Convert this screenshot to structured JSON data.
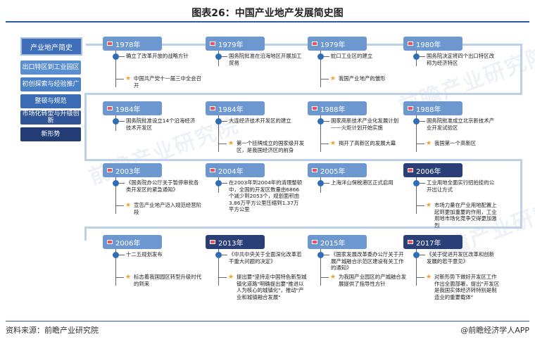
{
  "title": "图表26：中国产业地产发展简史图",
  "footer_source": "资料来源：前瞻产业研究院",
  "footer_brand": "@前瞻经济学人APP",
  "watermark": "前瞻产业研究院",
  "legend": {
    "title": "产业地产简史",
    "items": [
      {
        "label": "出口特区到工业园区",
        "color": "#5b8fd0"
      },
      {
        "label": "初创探索与经验推广",
        "color": "#4a80c6"
      },
      {
        "label": "整顿与规范",
        "color": "#3b6cb3"
      },
      {
        "label": "市场化转型与升级创新",
        "color": "#2f5596"
      },
      {
        "label": "新形势",
        "color": "#223d75"
      }
    ]
  },
  "rows": [
    [
      {
        "year": "1978年",
        "style": "light",
        "dot": "确立了改革开放的战略方针",
        "star": "中国共产党十一届三中全会召开",
        "star_first": true
      },
      {
        "year": "1979年",
        "style": "light",
        "dot": "国务院批准在沿海地区开展加工贸易",
        "star": ""
      },
      {
        "year": "1979年",
        "style": "light",
        "dot": "蛇口工业区的建立",
        "star": "我国产业地产的雏形"
      },
      {
        "year": "1980年",
        "style": "light",
        "dot": "国务院决定将四个出口特区改称为经济特区",
        "star": ""
      }
    ],
    [
      {
        "year": "1984年",
        "style": "light",
        "dot": "国务院批准设立14个沿海经济技术开发区",
        "star": ""
      },
      {
        "year": "1984年",
        "style": "light",
        "dot": "大连经济技术开发区的建立",
        "star": "第一个挂牌成立的国家级开发区，是我国经济区的前身"
      },
      {
        "year": "1988年",
        "style": "light",
        "dot": "国家高新技术产业化发展计划——火炬计划开始实施",
        "star": "揭开了高新区的发展大幕"
      },
      {
        "year": "1988年",
        "style": "light",
        "dot": "国务院批准成立北京新技术产业开发试验区",
        "star": "我国第一个高新区"
      }
    ],
    [
      {
        "year": "2003年",
        "style": "light",
        "dot": "《国务院办公厅关于暂停审批各类开发区的紧急通知》",
        "star": "宣告产业地产迈入规范经营阶段"
      },
      {
        "year": "2004年",
        "style": "light",
        "dot": "在2003年到2004年的清理整顿中，全国的开发区数量由6866个减少到2053个，规划面积由3.86万平方公里压缩到1.37万平方公里",
        "star": ""
      },
      {
        "year": "2005年",
        "style": "light",
        "dot": "上海洋山保税港区正式启用",
        "star": ""
      },
      {
        "year": "2006年",
        "style": "dark",
        "dot": "工业用地全面实行招拍挂的公开出让方式",
        "star": "市场力量在产业用地配置上起到更加重要的作用，工业用地市场化竞争交得更加激烈"
      }
    ],
    [
      {
        "year": "2006年",
        "style": "light",
        "dot": "十二五规划发布",
        "star": "标志着我国园区转型升级时代的到来"
      },
      {
        "year": "2013年",
        "style": "dark",
        "dot": "《中共中央关于全面深化改革若干重大问题的决定》",
        "star": "提出要\"坚持走中国特色新型城镇化道路\"明确提出要\"推进以人为核心的城镇化\"，推动\"产业和城镇融合发展\""
      },
      {
        "year": "2015年",
        "style": "light",
        "dot": "《国家发展改革委办公厅关于开展产城融合示范区建设有关工作的通知》",
        "star": "为我国产业园区的产城融合发展提供了指导性方针"
      },
      {
        "year": "2017年",
        "style": "dark",
        "dot": "《关于促进开发区改革和创新发展的若干意见》",
        "star": "对新形势下做好开发区工作作出全面部署，提出\"开发区是我国实体经济转特别是制造业的重要载体\""
      }
    ]
  ]
}
